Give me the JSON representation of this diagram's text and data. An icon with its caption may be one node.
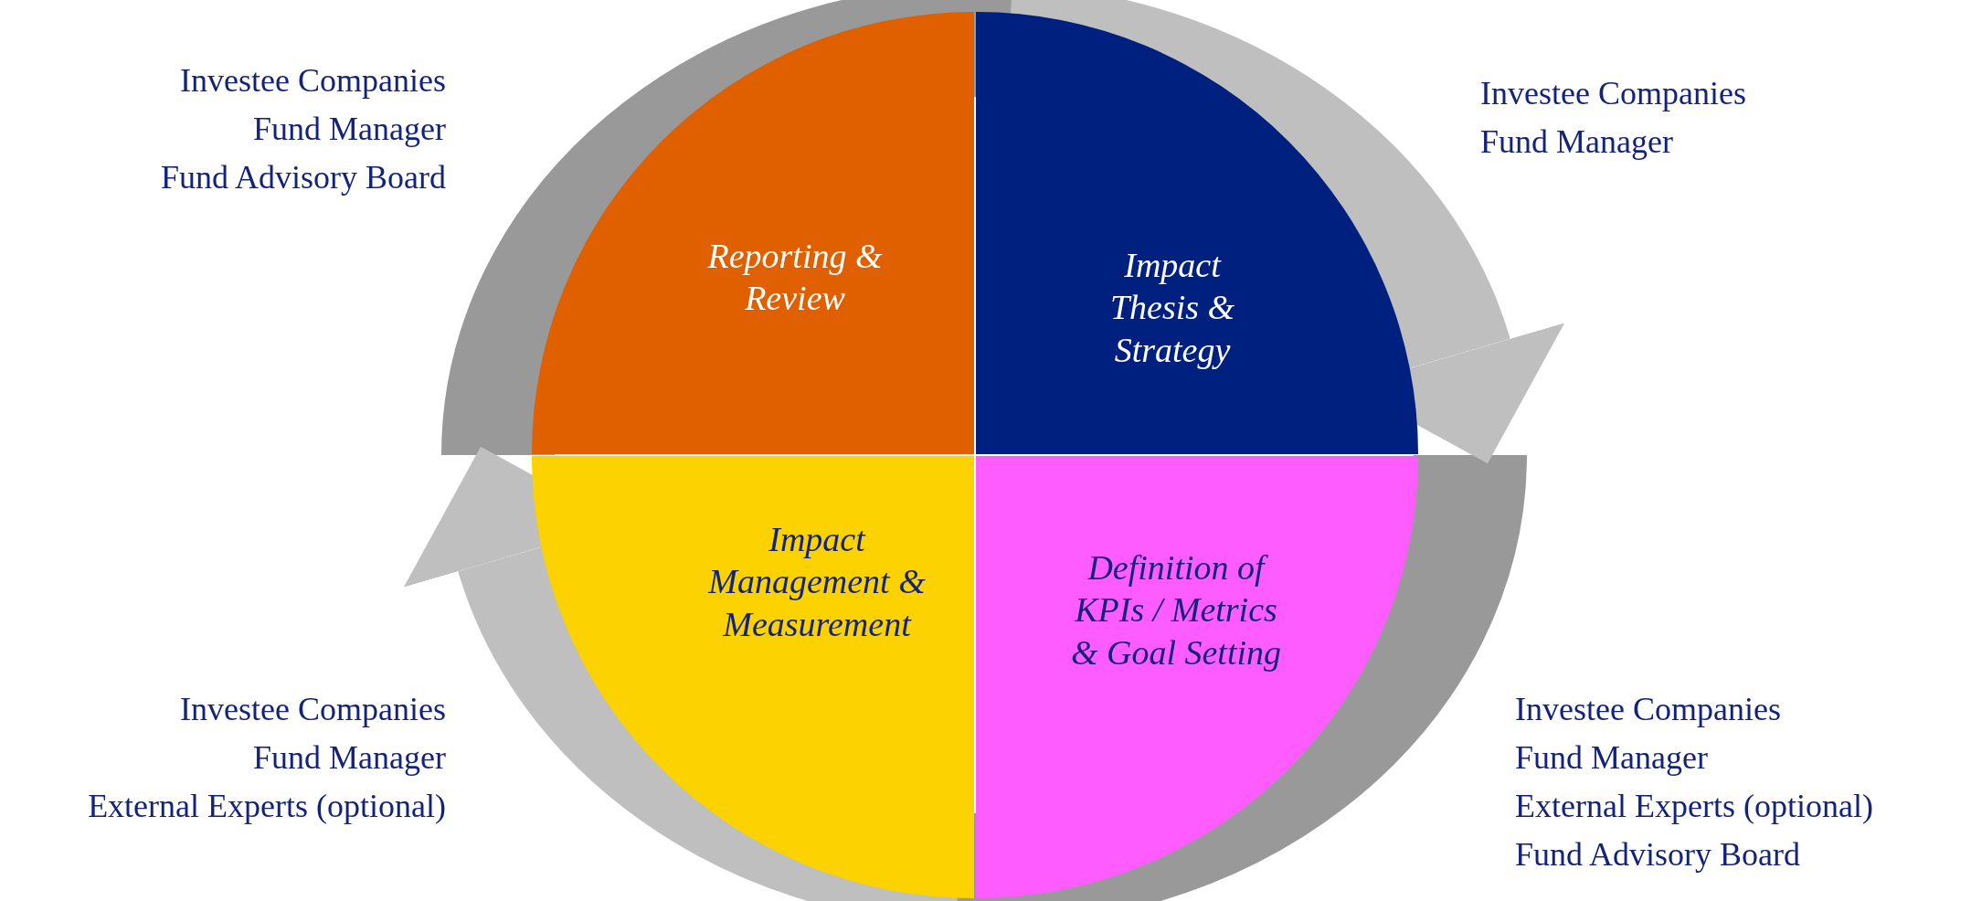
{
  "diagram": {
    "nodes": [
      {
        "text": [
          "Reporting & Review"
        ],
        "beside": [
          "Investee Companies",
          "Fund Manager",
          "Fund Advisory Board"
        ]
      },
      {
        "text": [
          "Impact Thesis & Strategy"
        ],
        "beside": [
          "Investee Companies",
          "Fund Manager"
        ]
      },
      {
        "text": [
          "Impact Management & Measurement"
        ],
        "beside": [
          "Investee Companies",
          "Fund Manager",
          "External Experts (optional)"
        ]
      },
      {
        "text": [
          "Definition of KPIs / Metrics & Goal Setting"
        ],
        "beside": [
          "Investee Companies",
          "Fund Manager",
          "External Experts (optional)",
          "Fund Advisory Board"
        ]
      }
    ],
    "edges": [
      {
        "from": 1,
        "to": 3,
        "arrow": "to"
      },
      {
        "from": 3,
        "to": 2,
        "arrow": "none",
        "color": "#999999"
      },
      {
        "from": 2,
        "to": 0,
        "arrow": "to"
      },
      {
        "from": 0,
        "to": 1,
        "arrow": "none",
        "color": "#999999"
      }
    ]
  }
}
